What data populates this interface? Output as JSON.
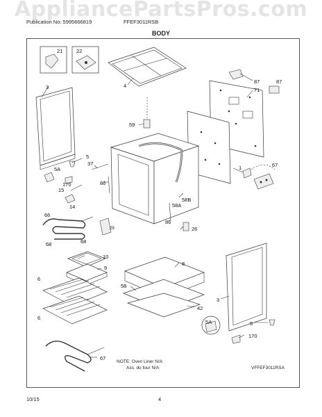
{
  "watermark": "AppliancePartsPros.com",
  "header": {
    "publication_no": "Publication No: 5995666819",
    "model": "FFEF3011RSB",
    "title": "BODY"
  },
  "footer": {
    "date": "10/15",
    "page": "4"
  },
  "note": {
    "line1": "NOTE: Oven Liner N/A",
    "line2": "Ass. du four N/A"
  },
  "model_code": "VFFEF3011RSA",
  "callouts": {
    "c21": "21",
    "c22": "22",
    "c3a": "3",
    "c4": "4",
    "c87a": "87",
    "c71": "71",
    "c87b": "87",
    "c59": "59",
    "c5a": "5",
    "c37": "37",
    "c5Aa": "5A",
    "c170a": "170",
    "c86a": "86",
    "c1": "1",
    "c67a": "67",
    "c15": "15",
    "c14": "14",
    "c66": "66",
    "c29": "29",
    "c58A": "58A",
    "c58B": "58B",
    "c86b": "86",
    "c26": "26",
    "c68a": "68",
    "c68b": "68",
    "c10": "10",
    "c9": "9",
    "c8": "8",
    "c3b": "3",
    "c6a": "6",
    "c6b": "6",
    "c58": "58",
    "c42": "42",
    "c5Ab": "5A",
    "c5b": "5",
    "c170b": "170",
    "c67b": "67"
  }
}
